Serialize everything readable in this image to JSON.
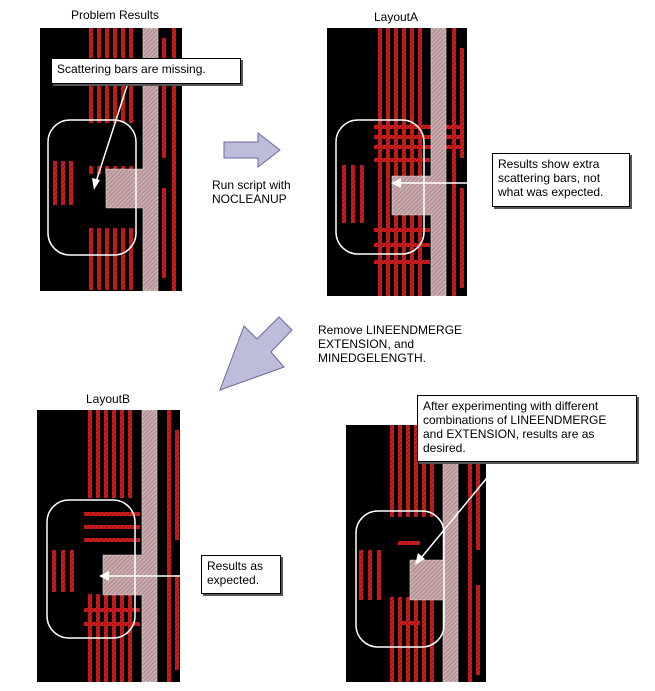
{
  "colors": {
    "background": "#000000",
    "bar": "#cc1f1f",
    "spine": "#c9a9ab",
    "outline": "#ffffff",
    "arrow_fill": "#bdbddb",
    "arrow_stroke": "#6a6a9a"
  },
  "panels": {
    "problem": {
      "title": "Problem Results"
    },
    "layout_a": {
      "title": "LayoutA"
    },
    "layout_b": {
      "title": "LayoutB"
    },
    "final": {
      "title": ""
    }
  },
  "callouts": {
    "missing": "Scattering bars are missing.",
    "extra": "Results show extra\nscattering bars, not\nwhat was expected.",
    "expected": "Results as\nexpected.",
    "desired": "After experimenting with different\ncombinations of LINEENDMERGE\nand EXTENSION, results are as\ndesired."
  },
  "steps": {
    "step1": "Run script with\nNOCLEANUP",
    "step2": "Remove LINEENDMERGE\nEXTENSION, and\nMINEDGELENGTH."
  }
}
